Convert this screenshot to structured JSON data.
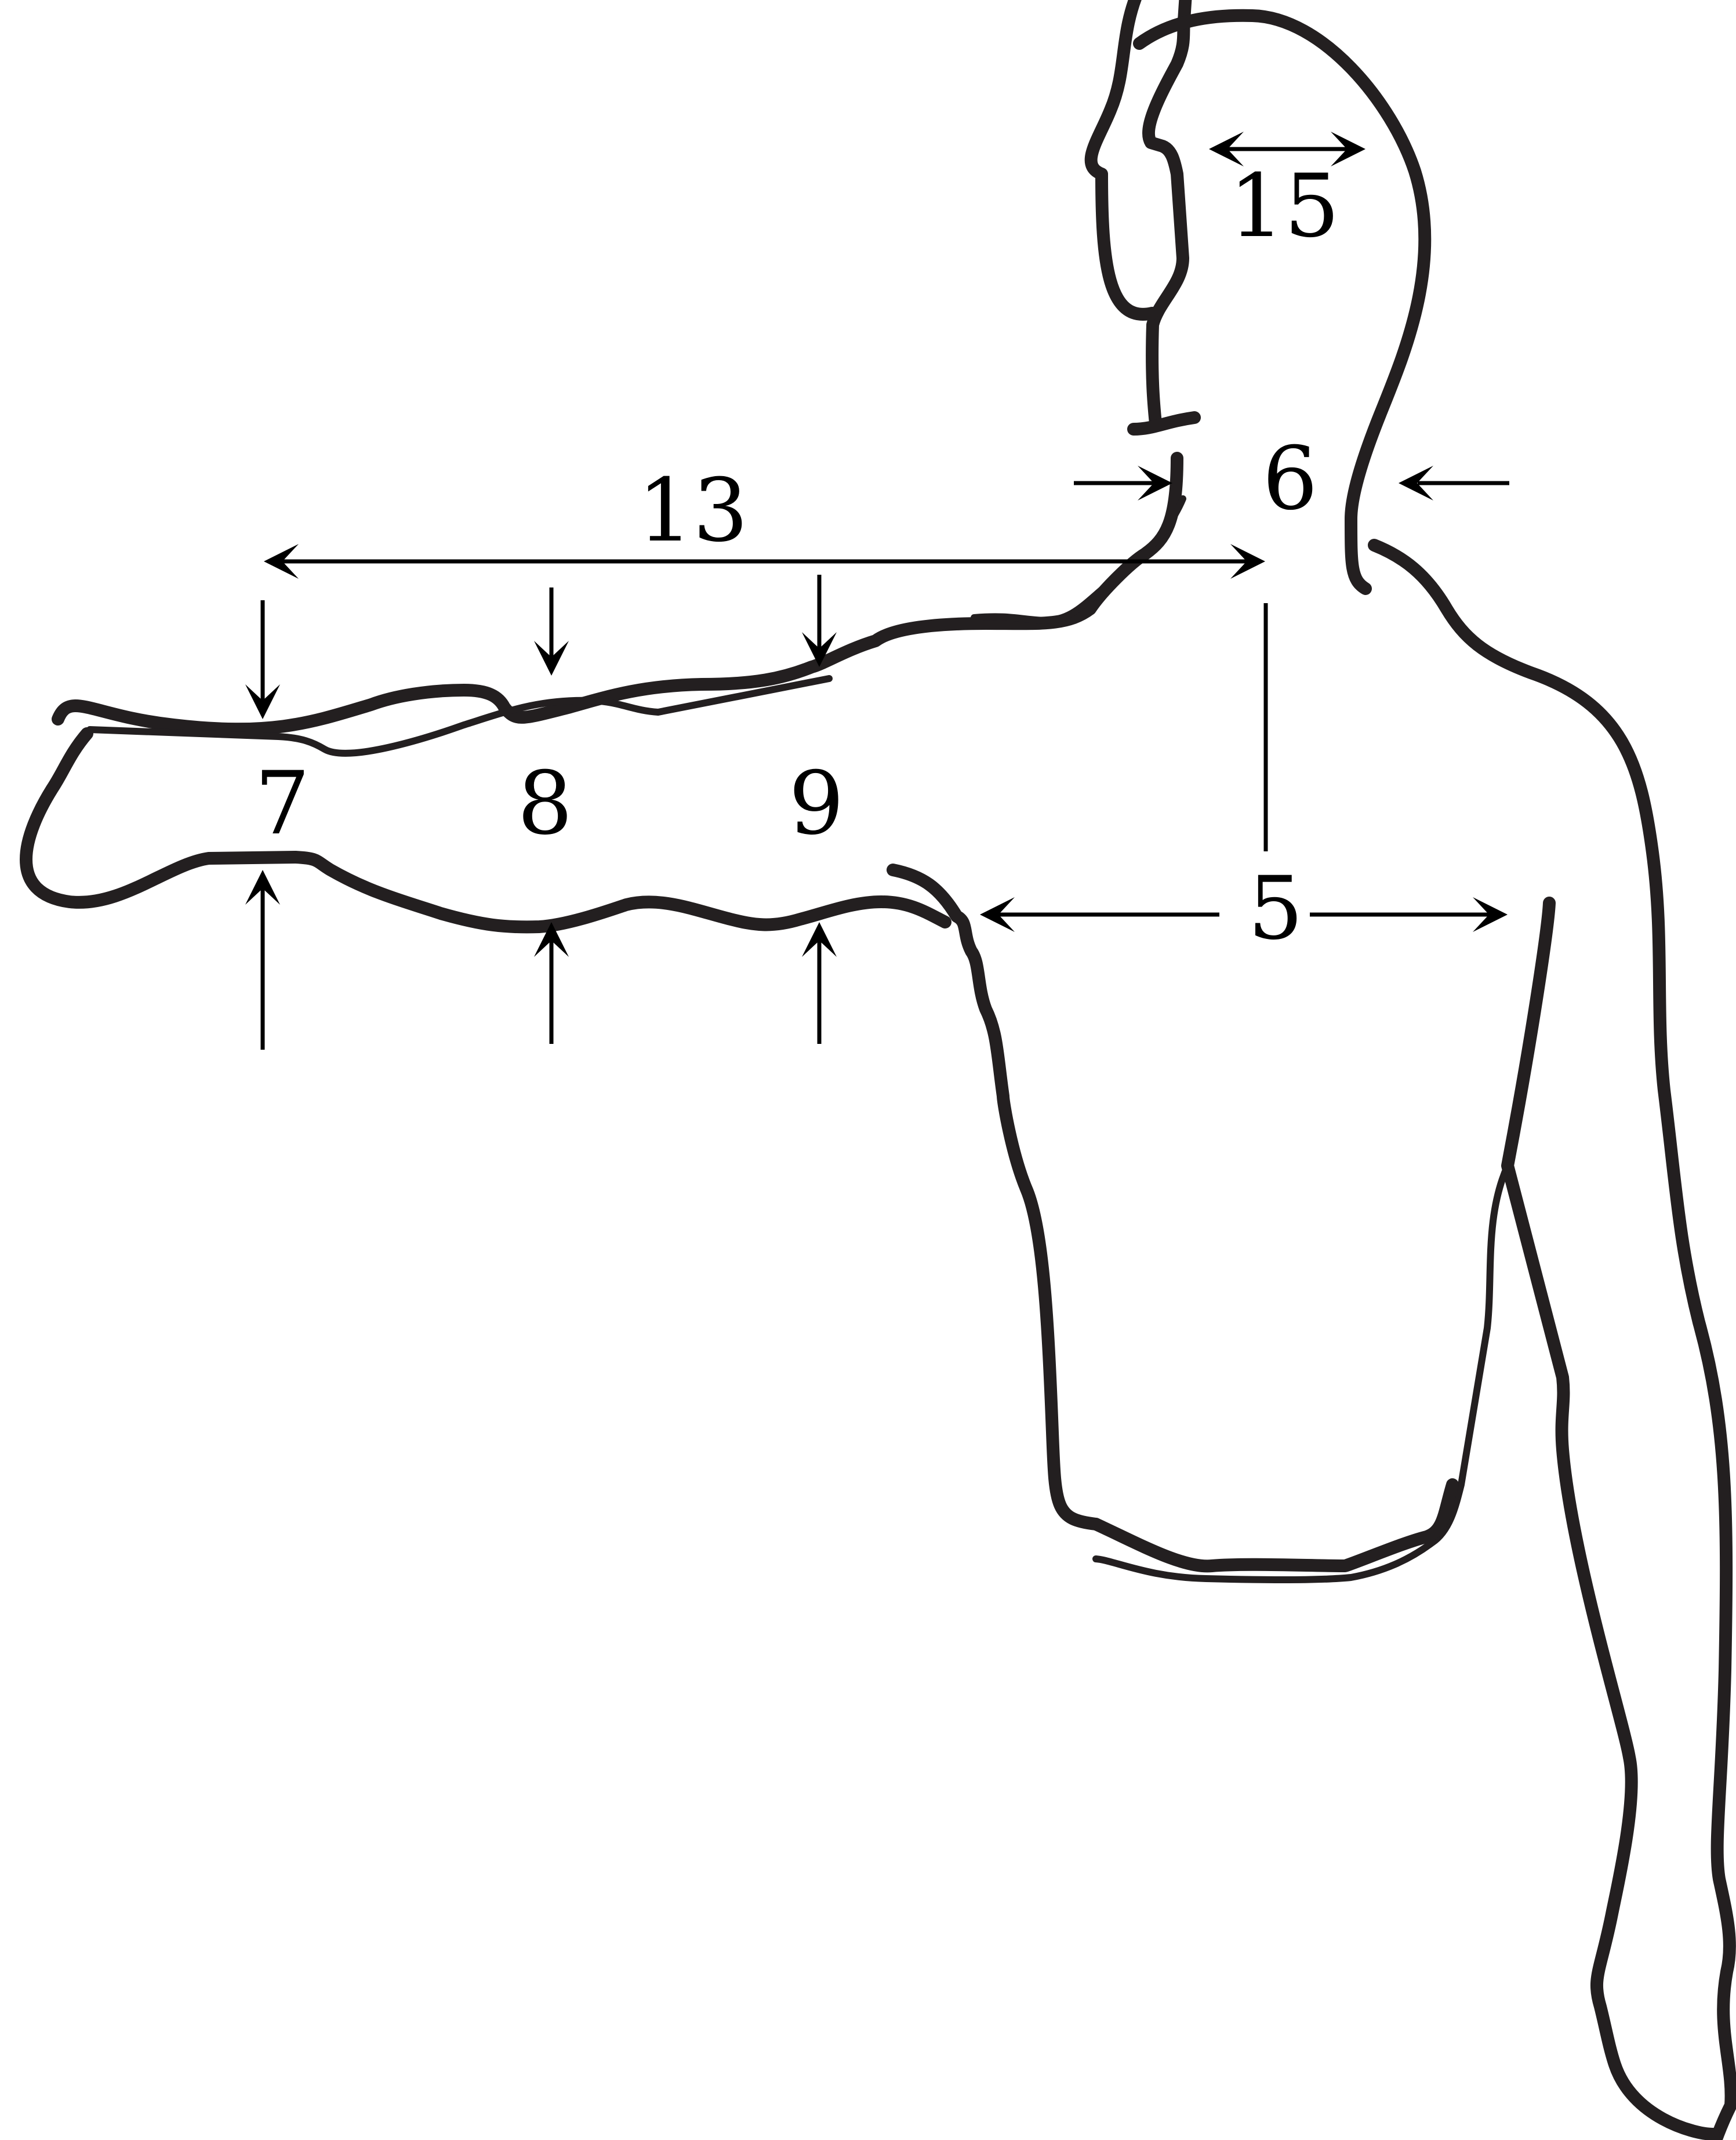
{
  "figure": {
    "subject": "body-outline-upper-body-arm-extended",
    "line_color": "#231f20",
    "measurements": [
      {
        "id": "head",
        "label": "15"
      },
      {
        "id": "neck",
        "label": "6"
      },
      {
        "id": "shoulder-to-wrist",
        "label": "13"
      },
      {
        "id": "wrist",
        "label": "7"
      },
      {
        "id": "forearm",
        "label": "8"
      },
      {
        "id": "elbow",
        "label": "9"
      },
      {
        "id": "chest",
        "label": "5"
      }
    ]
  }
}
